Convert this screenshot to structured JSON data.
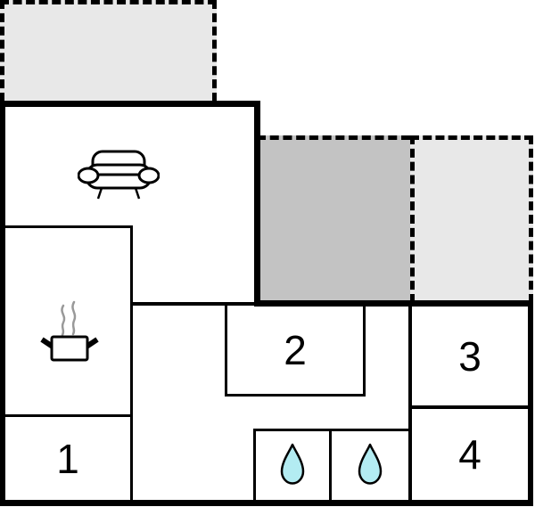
{
  "floor_plan": {
    "room_labels": {
      "room1": "1",
      "room2": "2",
      "room3": "3",
      "room4": "4"
    },
    "icons": {
      "living_room": "sofa-icon",
      "kitchen": "cooking-pot-icon",
      "bathroom1": "water-drop-icon",
      "bathroom2": "water-drop-icon"
    },
    "colors": {
      "wall": "#000000",
      "terrace_light_fill": "#e8e8e8",
      "terrace_dark_fill": "#c3c3c3",
      "water_drop_fill": "#b3ecf2",
      "steam": "#999999",
      "floor_fill": "#ffffff"
    }
  }
}
